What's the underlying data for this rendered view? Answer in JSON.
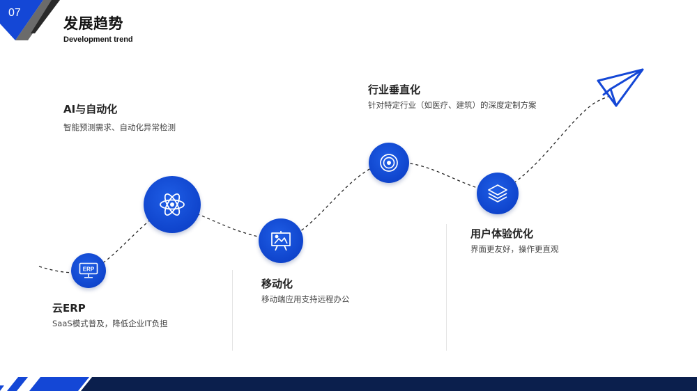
{
  "header": {
    "page_number": "07",
    "title": "发展趋势",
    "subtitle": "Development trend"
  },
  "colors": {
    "accent": "#0f44cc",
    "dark_navy": "#0b1f4d",
    "gray": "#9a9a9a"
  },
  "milestones": [
    {
      "heading": "云ERP",
      "desc": "SaaS模式普及，降低企业IT负担",
      "icon": "erp-monitor-icon",
      "icon_text": "ERP"
    },
    {
      "heading": "AI与自动化",
      "desc": "智能预测需求、自动化异常检测",
      "icon": "atom-icon"
    },
    {
      "heading": "移动化",
      "desc": "移动端应用支持远程办公",
      "icon": "presentation-board-icon"
    },
    {
      "heading": "行业垂直化",
      "desc": "针对特定行业（如医疗、建筑）的深度定制方案",
      "icon": "target-icon"
    },
    {
      "heading": "用户体验优化",
      "desc": "界面更友好，操作更直观",
      "icon": "layers-icon"
    }
  ],
  "decor": {
    "end_icon": "paper-plane-icon"
  }
}
